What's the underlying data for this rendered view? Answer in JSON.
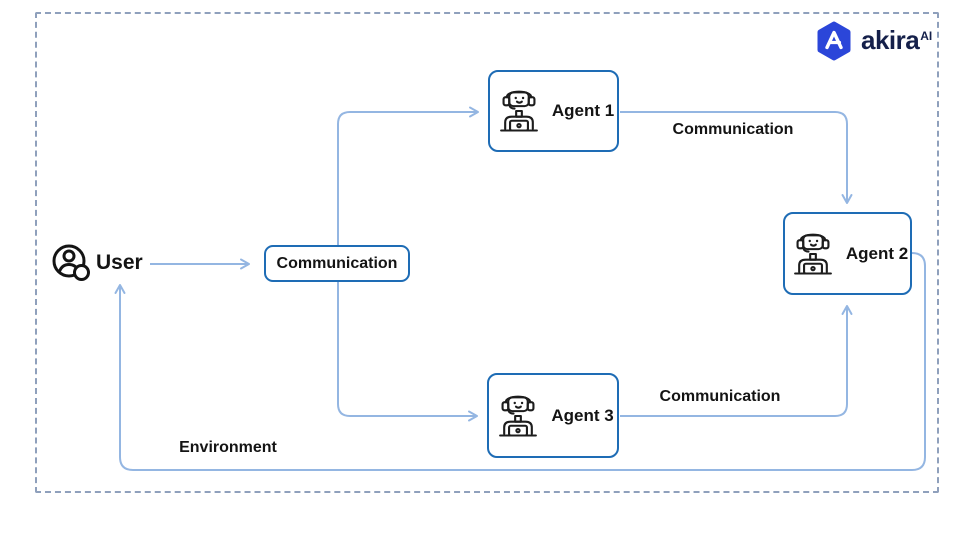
{
  "logo": {
    "brand": "akira",
    "superscript": "AI"
  },
  "nodes": {
    "user": {
      "label": "User"
    },
    "communication": {
      "label": "Communication"
    },
    "agent1": {
      "label": "Agent 1"
    },
    "agent2": {
      "label": "Agent 2"
    },
    "agent3": {
      "label": "Agent 3"
    }
  },
  "edge_labels": {
    "agent1_agent2": "Communication",
    "agent3_agent2": "Communication",
    "environment": "Environment"
  },
  "colors": {
    "background": "#ffffff",
    "box_border": "#1e6cb5",
    "connector": "#94b6e2",
    "frame_dash": "#8fa0bc",
    "text": "#141414",
    "logo_hex": "#2b46d9",
    "brand_text": "#15204a"
  }
}
